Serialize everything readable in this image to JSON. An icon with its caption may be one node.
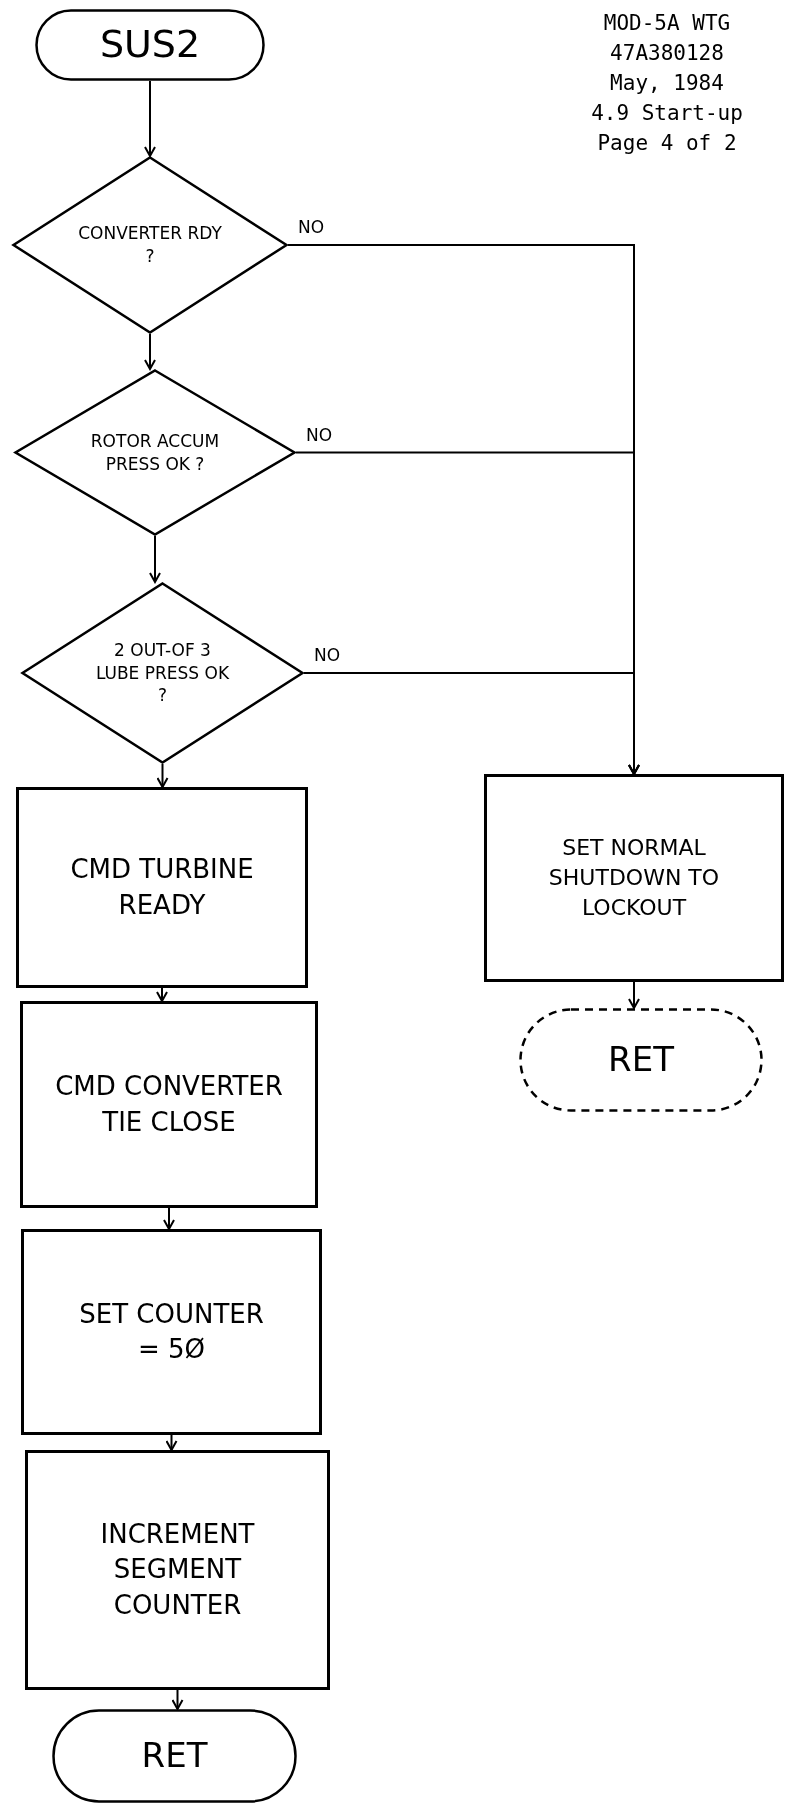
{
  "diagram": {
    "nodes": [
      {
        "text": [
          "SUS2"
        ]
      },
      {
        "text": [
          "CONVERTER RDY ?"
        ]
      },
      {
        "text": [
          "ROTOR ACCUM PRESS OK ?"
        ]
      },
      {
        "text": [
          "2 OUT-OF 3 LUBE PRESS OK ?"
        ]
      },
      {
        "text": [
          "CMD TURBINE READY"
        ]
      },
      {
        "text": [
          "CMD CONVERTER TIE CLOSE"
        ]
      },
      {
        "text": [
          "SET COUNTER = 5Ø"
        ]
      },
      {
        "text": [
          "INCREMENT SEGMENT COUNTER"
        ]
      },
      {
        "text": [
          "RET"
        ]
      },
      {
        "text": [
          "SET NORMAL SHUTDOWN TO LOCKOUT"
        ]
      },
      {
        "text": [
          "RET"
        ]
      }
    ],
    "edges": [
      {
        "from": 0,
        "to": 1,
        "arrow": "to"
      },
      {
        "from": 1,
        "to": 2,
        "arrow": "to"
      },
      {
        "from": 2,
        "to": 3,
        "arrow": "to"
      },
      {
        "from": 3,
        "to": 4,
        "arrow": "to"
      },
      {
        "from": 4,
        "to": 5,
        "arrow": "to"
      },
      {
        "from": 5,
        "to": 6,
        "arrow": "to"
      },
      {
        "from": 6,
        "to": 7,
        "arrow": "to"
      },
      {
        "from": 7,
        "to": 8,
        "arrow": "to"
      },
      {
        "from": 1,
        "to": 9,
        "label": "NO",
        "arrow": "to"
      },
      {
        "from": 2,
        "to": 9,
        "label": "NO",
        "arrow": "to"
      },
      {
        "from": 3,
        "to": 9,
        "label": "NO",
        "arrow": "to"
      },
      {
        "from": 9,
        "to": 10,
        "arrow": "to"
      }
    ],
    "labels": [
      "MOD-5A WTG",
      "47A380128",
      "May, 1984",
      "4.9 Start-up",
      "Page 4 of 2"
    ]
  }
}
